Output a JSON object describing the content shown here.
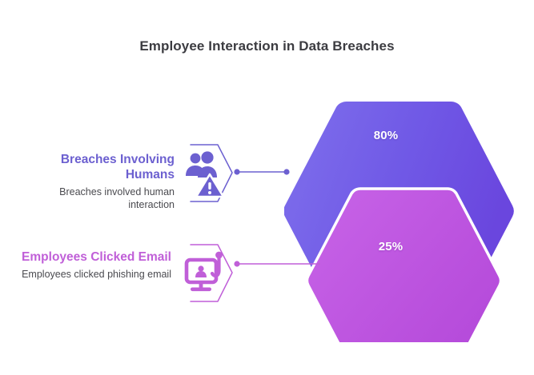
{
  "page": {
    "title": "Employee Interaction in Data Breaches",
    "background_color": "#ffffff"
  },
  "theme": {
    "title_color": "#3c3c41",
    "outer_hex_color_start": "#7b6be8",
    "outer_hex_color_end": "#6c4fe0",
    "inner_hex_color_start": "#c35ce4",
    "inner_hex_color_end": "#b94fdd",
    "inner_hex_border_color": "#ffffff",
    "accent_blue": "#6c60d0",
    "accent_magenta": "#c05fd8",
    "body_text_color": "#4a4a4f"
  },
  "segments": [
    {
      "id": "breaches-involving-humans",
      "heading": "Breaches Involving Humans",
      "description": "Breaches involved human interaction",
      "value_label": "80%",
      "value": 80,
      "color": "#6c60d0",
      "icon": "people-warning-icon",
      "shape": "outer-hexagon"
    },
    {
      "id": "employees-clicked-email",
      "heading": "Employees Clicked Email",
      "description": "Employees clicked phishing email",
      "value_label": "25%",
      "value": 25,
      "color": "#c05fd8",
      "icon": "monitor-phishing-hook-icon",
      "shape": "inner-hexagon"
    }
  ],
  "chart_data": {
    "type": "bar",
    "title": "Employee Interaction in Data Breaches",
    "categories": [
      "Breaches Involving Humans",
      "Employees Clicked Email"
    ],
    "values": [
      80,
      25
    ],
    "value_labels": [
      "80%",
      "25%"
    ],
    "descriptions": [
      "Breaches involved human interaction",
      "Employees clicked phishing email"
    ],
    "xlabel": "",
    "ylabel": "",
    "ylim": [
      0,
      100
    ],
    "grid": false,
    "legend": "none",
    "layout": "nested-hexagons"
  }
}
